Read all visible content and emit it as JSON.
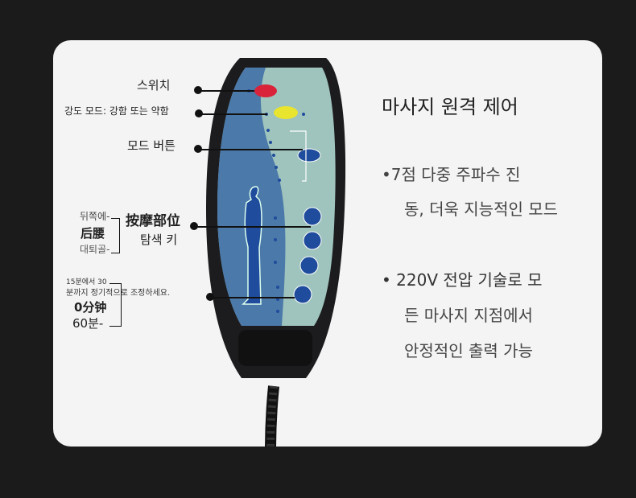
{
  "labels": {
    "switch": "스위치",
    "intensity": "강도 모드: 강함 또는 약함",
    "mode_button": "모드 버튼",
    "back": "뒤쪽에-",
    "waist_cn": "后腰",
    "thigh": "대퇴골-",
    "part_cn": "按摩部位",
    "part_ko": "탐색 키",
    "timer_line1": "15분에서 30",
    "timer_line2": "분까지 정기적으로 조정하세요.",
    "timer_cn": "0分钟",
    "timer_60": "60분-"
  },
  "info": {
    "title": "마사지 원격 제어",
    "bullet1_line1": "•7점 다중 주파수 진",
    "bullet1_line2": "동, 더욱 지능적인 모드",
    "bullet2_line1": "• 220V 전압 기술로 모",
    "bullet2_line2": "든 마사지 지점에서",
    "bullet2_line3": "안정적인 출력 가능"
  },
  "colors": {
    "panel": "#9fc4bd",
    "blue": "#4b79a9",
    "button": "#1f4c9c",
    "power": "#d8233a",
    "strength": "#e9e42d"
  }
}
